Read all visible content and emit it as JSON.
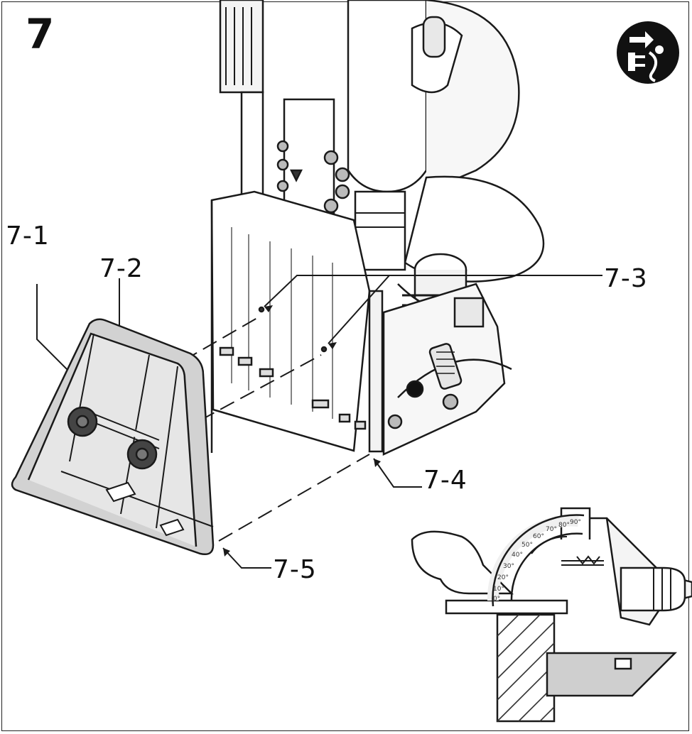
{
  "figure": {
    "number": "7"
  },
  "callouts": {
    "c1": "7-1",
    "c2": "7-2",
    "c3": "7-3",
    "c4": "7-4",
    "c5": "7-5"
  },
  "angle_scale": [
    "0°",
    "10°",
    "20°",
    "30°",
    "40°",
    "50°",
    "60°",
    "70°",
    "80°",
    "90°"
  ],
  "colors": {
    "line": "#1a1a1a",
    "fill_light": "#f2f2f2",
    "fill_mid": "#bdbdbd",
    "fill_dark": "#111111"
  },
  "icons": {
    "unplug": "disconnect-plug-icon"
  }
}
